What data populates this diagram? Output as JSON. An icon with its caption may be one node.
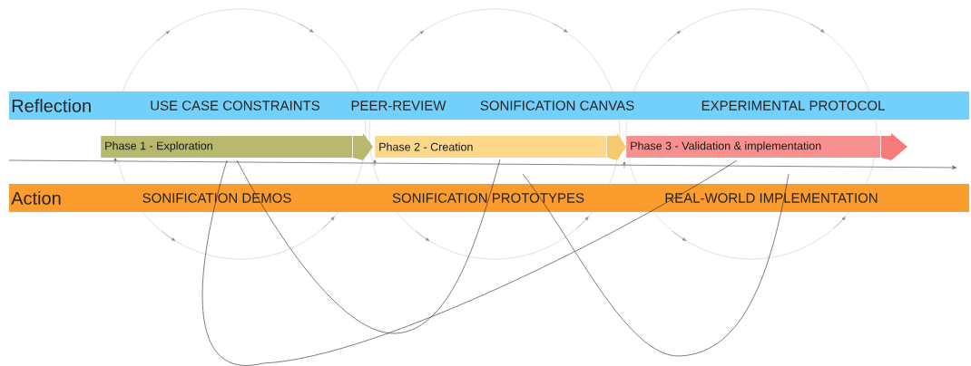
{
  "diagram": {
    "nodes": [
      {
        "text": [
          "Reflection",
          "USE CASE CONSTRAINTS",
          "PEER-REVIEW",
          "SONIFICATION CANVAS",
          "EXPERIMENTAL PROTOCOL"
        ]
      },
      {
        "text": [
          "Action",
          "SONIFICATION DEMOS",
          "SONIFICATION PROTOTYPES",
          "REAL-WORLD IMPLEMENTATION"
        ]
      },
      {
        "text": [
          "Phase 1 - Exploration"
        ]
      },
      {
        "text": [
          "Phase 2 - Creation"
        ]
      },
      {
        "text": [
          "Phase 3 - Validation & implementation"
        ]
      }
    ]
  }
}
